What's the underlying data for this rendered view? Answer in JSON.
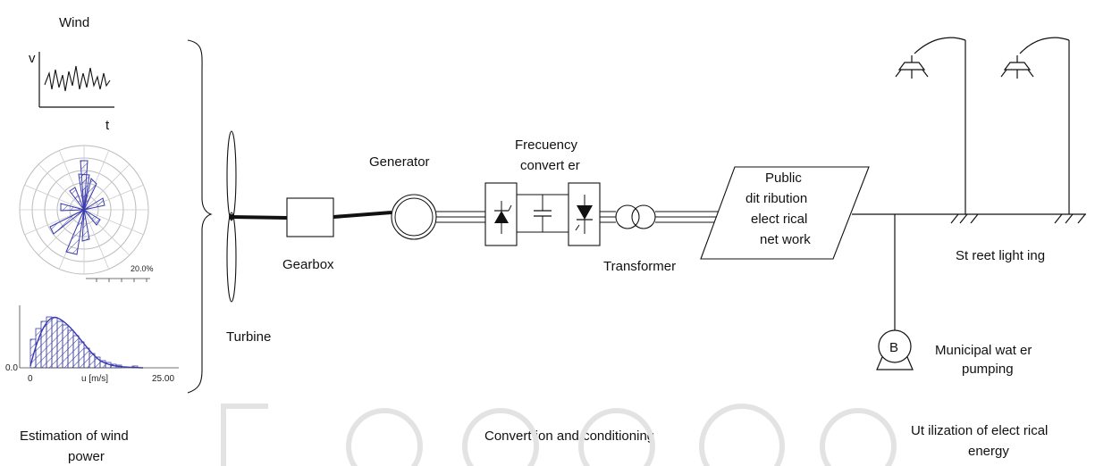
{
  "estimation": {
    "wind_label": "Wind",
    "v_axis": "v",
    "t_axis": "t",
    "rose_scale": "20.0%",
    "hist_y0": "0.0",
    "hist_x0": "0",
    "hist_xlabel": "u [m/s]",
    "hist_xmax": "25.00",
    "section_title_line1": "Estimation of wind",
    "section_title_line2": "power"
  },
  "conversion": {
    "turbine": "Turbine",
    "gearbox": "Gearbox",
    "generator": "Generator",
    "converter_line1": "Frecuency",
    "converter_line2": "convert er",
    "transformer": "Transformer",
    "network_line1": "Public",
    "network_line2": "dit ribution",
    "network_line3": "elect rical",
    "network_line4": "net work",
    "section_title": "Convert ion and conditioning"
  },
  "utilization": {
    "street_lighting": "St reet light ing",
    "pump_letter": "B",
    "pumping_line1": "Municipal wat er",
    "pumping_line2": "pumping",
    "section_title_line1": "Ut ilization of elect rical",
    "section_title_line2": "energy"
  },
  "colors": {
    "line": "#111111",
    "histogram": "#3a3ab0",
    "rose": "#3a3ab0",
    "grid": "#bbbbbb",
    "watermark": "#e6e6e6"
  }
}
